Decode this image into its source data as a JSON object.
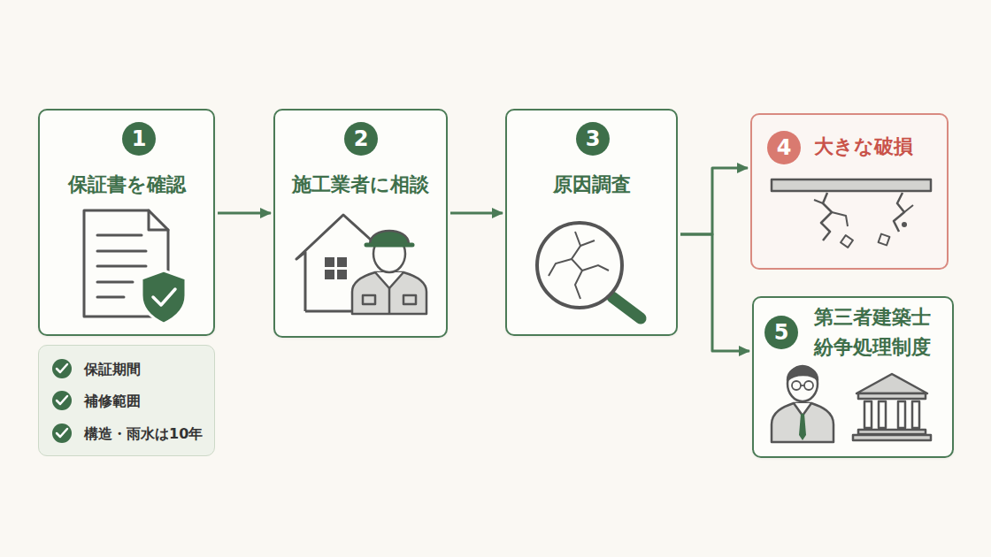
{
  "diagram": {
    "nodes": [
      {
        "text": [
          "1",
          "保証書を確認"
        ]
      },
      {
        "text": [
          "保証期間",
          "補修範囲",
          "構造・雨水は10年"
        ]
      },
      {
        "text": [
          "2",
          "施工業者に相談"
        ]
      },
      {
        "text": [
          "3",
          "原因調査"
        ]
      },
      {
        "text": [
          "4",
          "大きな破損"
        ]
      },
      {
        "text": [
          "5",
          "第三者建築士 紛争処理制度"
        ]
      }
    ],
    "edges": [
      {
        "from": 0,
        "to": 2,
        "arrow": "to"
      },
      {
        "from": 2,
        "to": 3,
        "arrow": "to"
      },
      {
        "from": 3,
        "to": 4,
        "arrow": "to"
      },
      {
        "from": 3,
        "to": 5,
        "arrow": "to"
      }
    ]
  }
}
